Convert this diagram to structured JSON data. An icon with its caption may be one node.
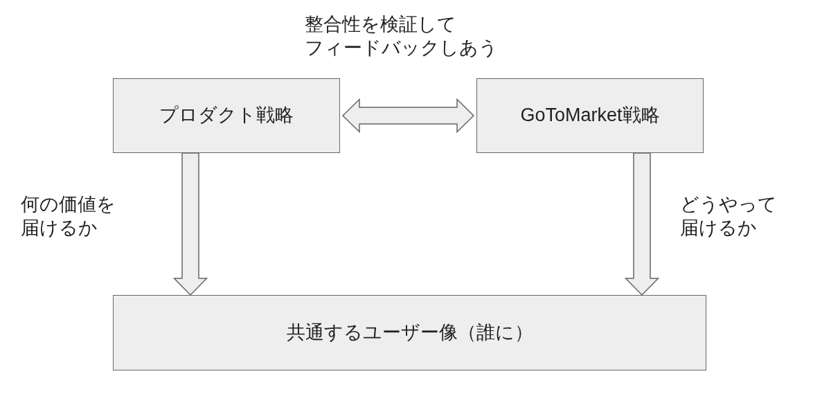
{
  "diagram": {
    "nodes": [
      {
        "text": [
          "プロダクト戦略"
        ]
      },
      {
        "text": [
          "GoToMarket戦略"
        ]
      },
      {
        "text": [
          "共通するユーザー像（誰に）"
        ]
      }
    ],
    "edges": [
      {
        "from": 0,
        "to": 1,
        "arrow": "both",
        "label": "整合性を検証してフィードバックしあう"
      },
      {
        "from": 0,
        "to": 2,
        "arrow": "to",
        "label": "何の価値を届けるか"
      },
      {
        "from": 1,
        "to": 2,
        "arrow": "to",
        "label": "どうやって届けるか"
      }
    ]
  }
}
